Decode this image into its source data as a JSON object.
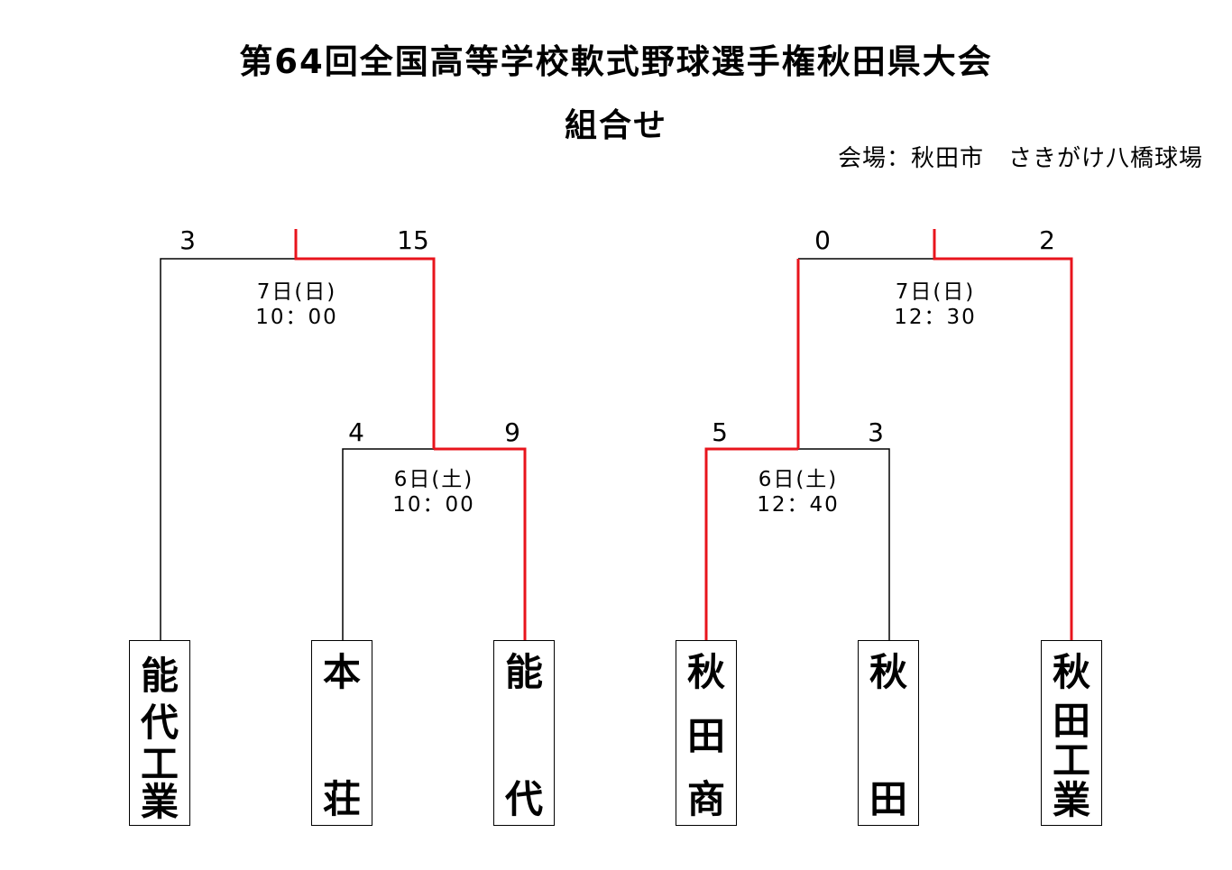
{
  "title": "第64回全国高等学校軟式野球選手権秋田県大会",
  "subtitle": "組合せ",
  "venue": "会場：秋田市　さきがけ八橋球場",
  "teams": [
    {
      "chars": [
        "能",
        "代",
        "工",
        "業"
      ]
    },
    {
      "chars": [
        "本",
        "",
        "",
        "荘"
      ]
    },
    {
      "chars": [
        "能",
        "",
        "",
        "代"
      ]
    },
    {
      "chars": [
        "秋",
        "田",
        "商",
        ""
      ]
    },
    {
      "chars": [
        "秋",
        "",
        "",
        "田"
      ]
    },
    {
      "chars": [
        "秋",
        "田",
        "工",
        "業"
      ]
    }
  ],
  "games": [
    {
      "date": "6日(土)",
      "time": "10：00",
      "score_left": "4",
      "score_right": "9"
    },
    {
      "date": "6日(土)",
      "time": "12：40",
      "score_left": "5",
      "score_right": "3"
    },
    {
      "date": "7日(日)",
      "time": "10：00",
      "score_left": "3",
      "score_right": "15"
    },
    {
      "date": "7日(日)",
      "time": "12：30",
      "score_left": "0",
      "score_right": "2"
    }
  ],
  "colors": {
    "winner_line": "#e8141c",
    "line": "#000000"
  }
}
